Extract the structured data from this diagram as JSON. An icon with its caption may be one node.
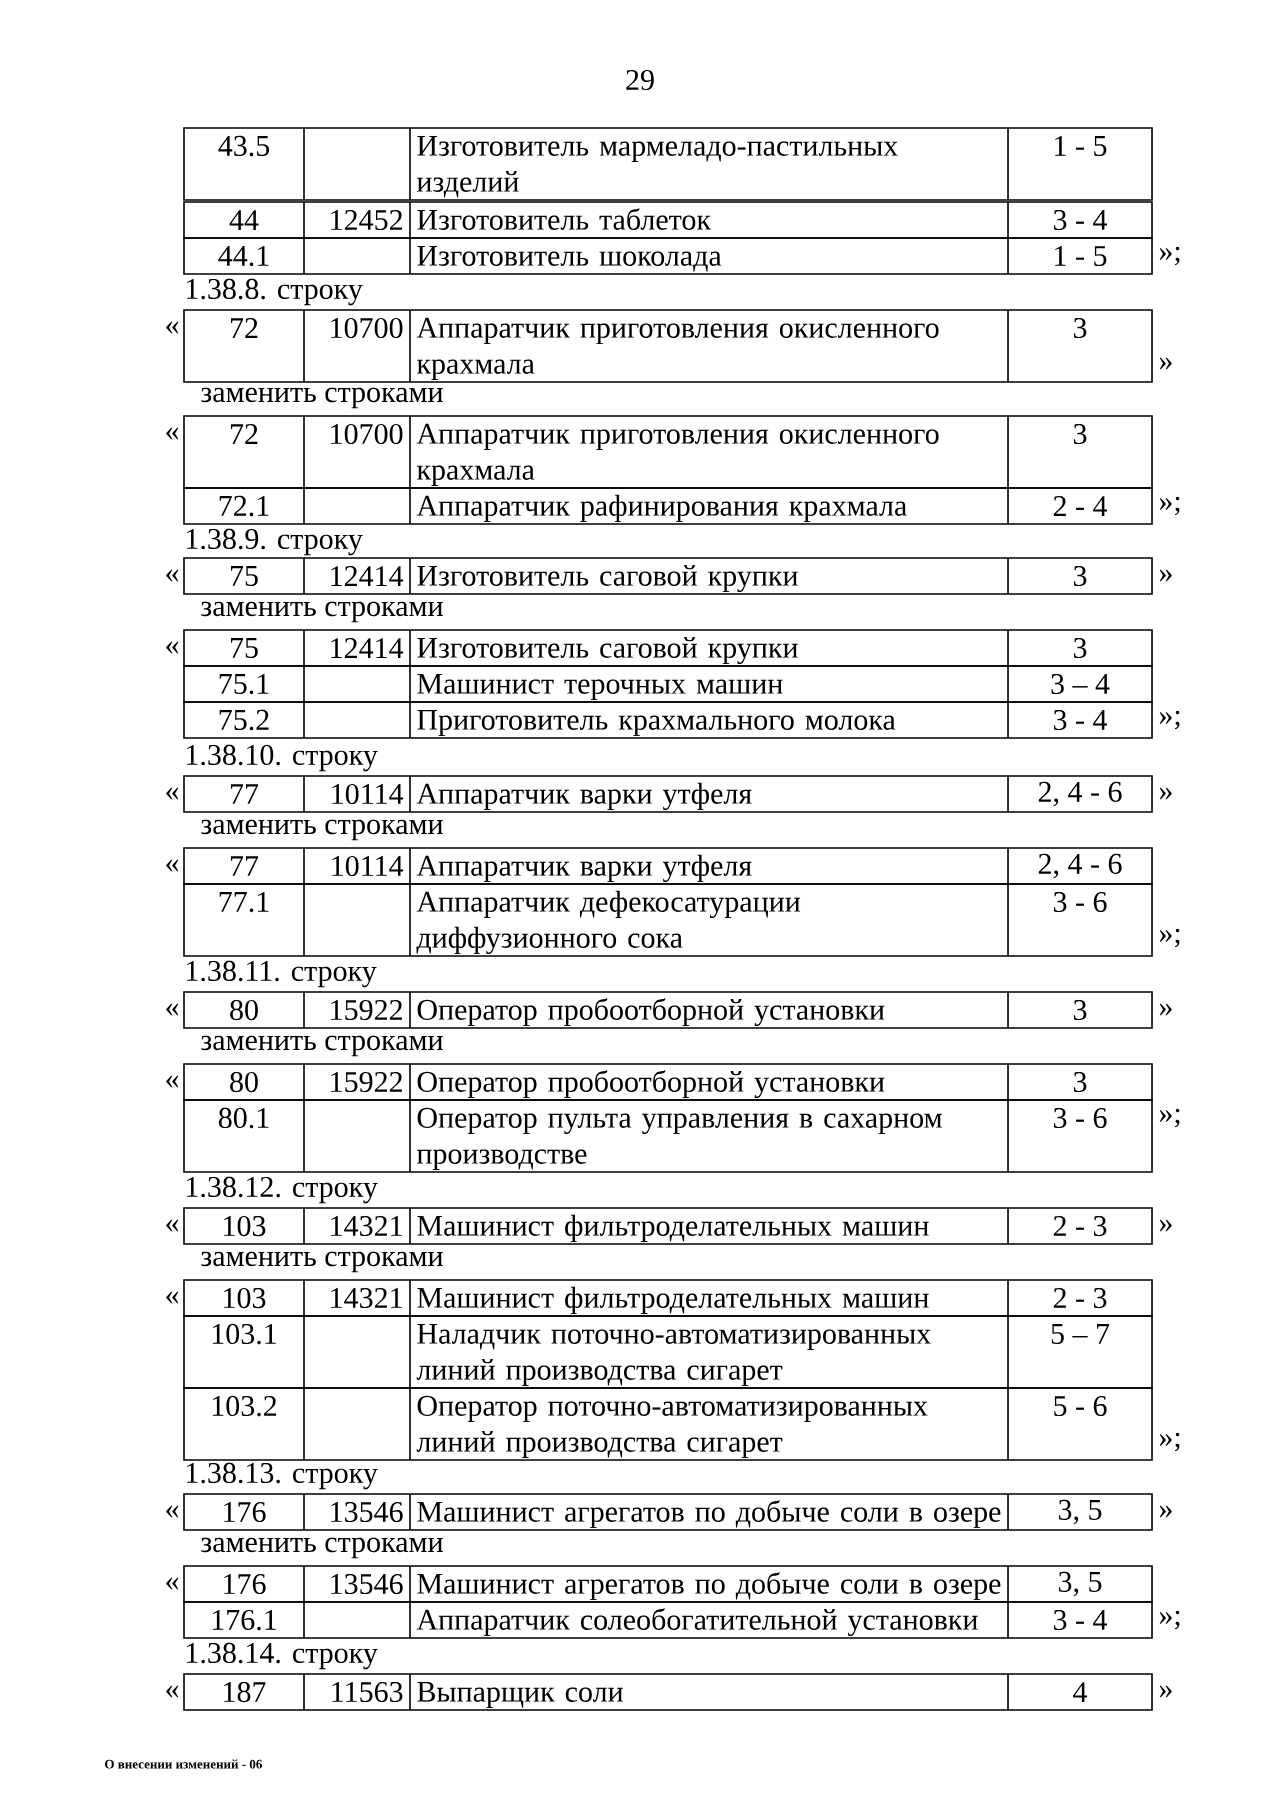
{
  "diagram": {
    "labels": [
      "29",
      "43.5",
      "Изготовитель мармеладо-пастильных изделий",
      "1 - 5",
      "44",
      "12452",
      "Изготовитель таблеток",
      "3 - 4",
      "44.1",
      "Изготовитель шоколада",
      "1 - 5",
      "»;",
      "1.38.8. строку",
      "«",
      "72",
      "10700",
      "Аппаратчик приготовления окисленного крахмала",
      "3",
      "»",
      "заменить строками",
      "«",
      "72",
      "10700",
      "Аппаратчик приготовления окисленного крахмала",
      "3",
      "72.1",
      "Аппаратчик рафинирования крахмала",
      "2 - 4",
      "»;",
      "1.38.9. строку",
      "«",
      "75",
      "12414",
      "Изготовитель саговой крупки",
      "3",
      "»",
      "заменить строками",
      "«",
      "75",
      "12414",
      "Изготовитель саговой крупки",
      "3",
      "75.1",
      "Машинист терочных машин",
      "3 – 4",
      "75.2",
      "Приготовитель крахмального молока",
      "3 - 4",
      "»;",
      "1.38.10. строку",
      "«",
      "77",
      "10114",
      "Аппаратчик варки утфеля",
      "2, 4 - 6",
      "»",
      "заменить строками",
      "«",
      "77",
      "10114",
      "Аппаратчик варки утфеля",
      "2, 4 - 6",
      "77.1",
      "Аппаратчик дефекосатурации диффузионного сока",
      "3 - 6",
      "»;",
      "1.38.11. строку",
      "«",
      "80",
      "15922",
      "Оператор пробоотборной установки",
      "3",
      "»",
      "заменить строками",
      "«",
      "80",
      "15922",
      "Оператор пробоотборной установки",
      "3",
      "80.1",
      "Оператор пульта управления в сахарном производстве",
      "3 - 6",
      "»;",
      "1.38.12. строку",
      "«",
      "103",
      "14321",
      "Машинист фильтроделательных машин",
      "2 - 3",
      "»",
      "заменить строками",
      "«",
      "103",
      "14321",
      "Машинист фильтроделательных машин",
      "2 - 3",
      "103.1",
      "Наладчик поточно-автоматизированных линий производства сигарет",
      "5 – 7",
      "103.2",
      "Оператор поточно-автоматизированных линий производства сигарет",
      "5 - 6",
      "»;",
      "1.38.13. строку",
      "«",
      "176",
      "13546",
      "Машинист агрегатов по добыче соли в озере",
      "3, 5",
      "»",
      "заменить строками",
      "«",
      "176",
      "13546",
      "Машинист агрегатов по добыче соли в озере",
      "3, 5",
      "176.1",
      "Аппаратчик солеобогатительной установки",
      "3 - 4",
      "»;",
      "1.38.14. строку",
      "«",
      "187",
      "11563",
      "Выпарщик соли",
      "4",
      "»",
      "О внесении изменений - 06"
    ]
  }
}
